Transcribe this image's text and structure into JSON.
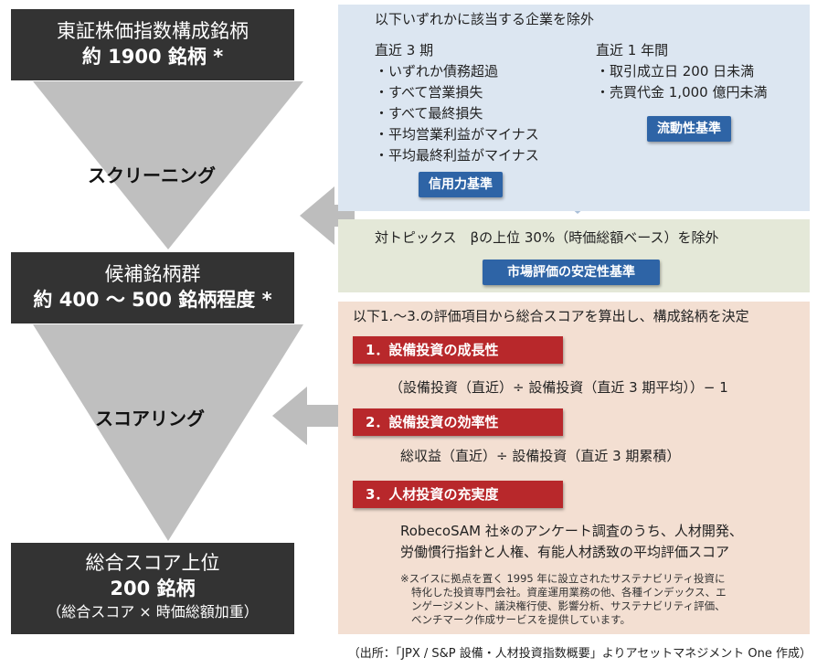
{
  "top_box": {
    "line1": "東証株価指数構成銘柄",
    "line2": "約 1900 銘柄 *"
  },
  "mid_box": {
    "line1": "候補銘柄群",
    "line2": "約 400 〜 500 銘柄程度 *"
  },
  "bottom_box": {
    "line1": "総合スコア上位",
    "line2": "200 銘柄",
    "line3": "（総合スコア × 時価総額加重）"
  },
  "stages": {
    "screening": "スクリーニング",
    "scoring": "スコアリング"
  },
  "panel_credit": {
    "heading": "以下いずれかに該当する企業を除外",
    "col1_title": "直近 3 期",
    "col1_items": [
      "・いずれか債務超過",
      "・すべて営業損失",
      "・すべて最終損失",
      "・平均営業利益がマイナス",
      "・平均最終利益がマイナス"
    ],
    "col2_title": "直近 1 年間",
    "col2_items": [
      "・取引成立日 200 日未満",
      "・売買代金 1,000 億円未満"
    ],
    "btn_credit": "信用力基準",
    "btn_liquidity": "流動性基準"
  },
  "panel_market": {
    "text": "対トピックス　βの上位 30%（時価総額ベース）を除外",
    "btn": "市場評価の安定性基準"
  },
  "panel_scoring": {
    "heading": "以下1.〜3.の評価項目から総合スコアを算出し、構成銘柄を決定",
    "items": [
      {
        "label": "1．設備投資の成長性",
        "formula": "（設備投資（直近）÷ 設備投資（直近 3 期平均））− 1"
      },
      {
        "label": "2．設備投資の効率性",
        "formula": "総収益（直近）÷ 設備投資（直近 3 期累積）"
      },
      {
        "label": "3．人材投資の充実度",
        "formula": ""
      }
    ],
    "item3_line1": "RobecoSAM 社※のアンケート調査のうち、人材開発、",
    "item3_line2": "労働慣行指針と人権、有能人材誘致の平均評価スコア",
    "note_lines": [
      "※スイスに拠点を置く 1995 年に設立されたサステナビリティ投資に",
      "特化した投資専門会社。資産運用業務の他、各種インデックス、エ",
      "ンゲージメント、議決権行使、影響分析、サステナビリティ評価、",
      "ベンチマーク作成サービスを提供しています。"
    ]
  },
  "source": "（出所：「JPX / S&P 設備・人材投資指数概要」よりアセットマネジメント One 作成）",
  "colors": {
    "dark_box": "#333333",
    "funnel": "#bfbfbf",
    "arrow": "#bdbdbd",
    "panel_blue": "#dce6f1",
    "panel_green": "#e4e8d8",
    "panel_peach": "#f3dfd2",
    "button_blue": "#2e64a6",
    "label_red": "#b8282b"
  }
}
